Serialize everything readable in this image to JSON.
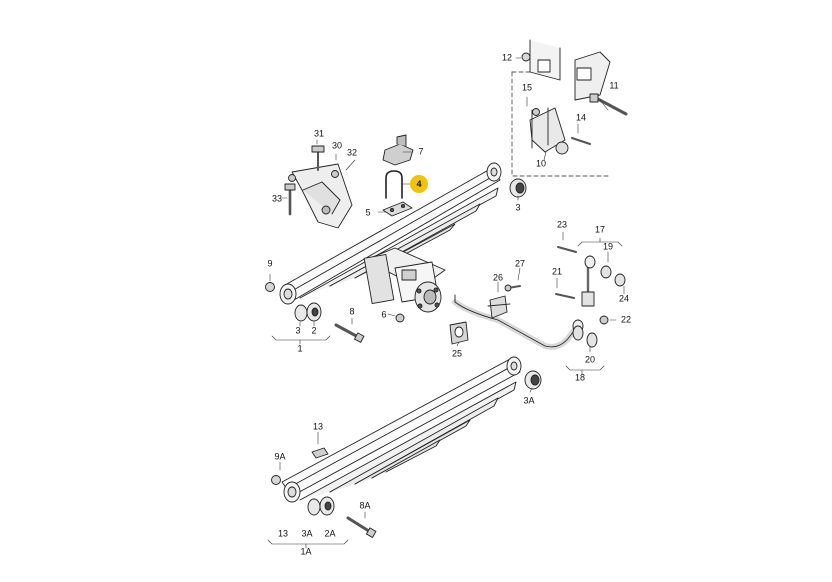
{
  "callouts": {
    "c1": "1",
    "c1A": "1A",
    "c2": "2",
    "c2A": "2A",
    "c3": "3",
    "c3_group": "3",
    "c3A": "3A",
    "c3A_group": "3A",
    "c4": "4",
    "c5": "5",
    "c6": "6",
    "c7": "7",
    "c8": "8",
    "c8A": "8A",
    "c9": "9",
    "c9A": "9A",
    "c10": "10",
    "c11": "11",
    "c12": "12",
    "c13": "13",
    "c13_group": "13",
    "c14": "14",
    "c15": "15",
    "c17": "17",
    "c18": "18",
    "c19": "19",
    "c20": "20",
    "c21": "21",
    "c22": "22",
    "c23": "23",
    "c24": "24",
    "c25": "25",
    "c26": "26",
    "c27": "27",
    "c30": "30",
    "c31": "31",
    "c32": "32",
    "c33": "33"
  },
  "highlight_color": "#f2c400"
}
